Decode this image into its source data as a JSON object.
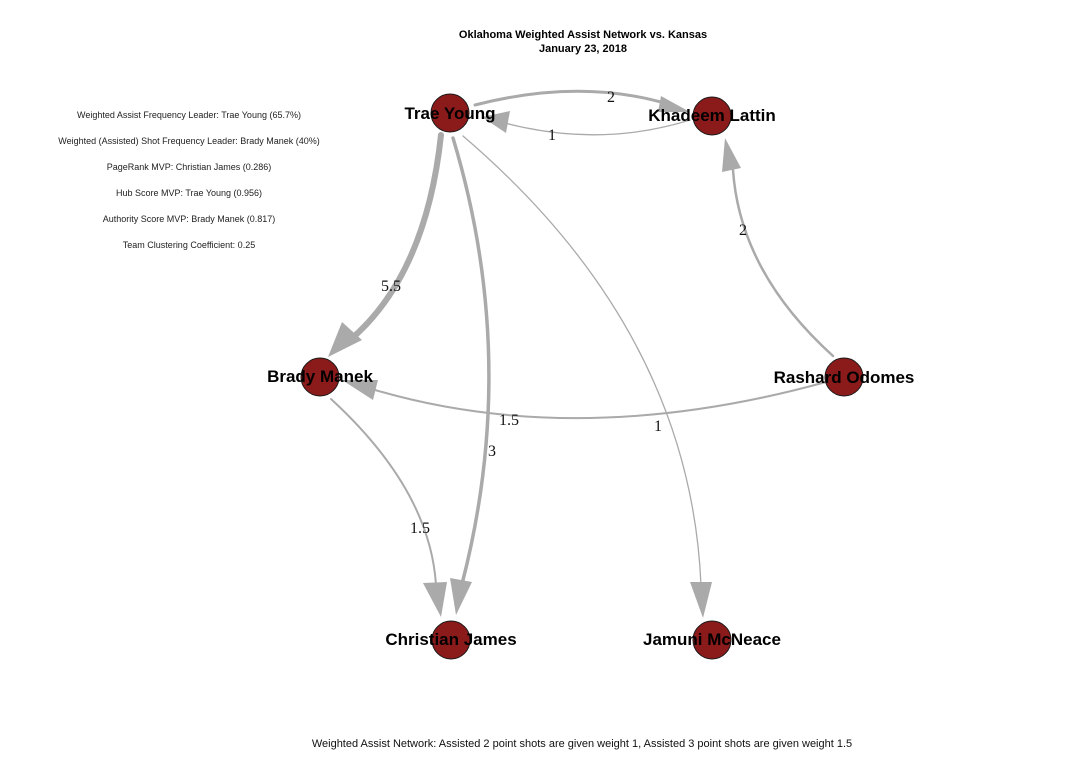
{
  "title": {
    "line1": "Oklahoma Weighted Assist Network vs. Kansas",
    "line2": "January 23, 2018"
  },
  "stats": [
    "Weighted Assist Frequency Leader: Trae Young (65.7%)",
    "Weighted (Assisted) Shot Frequency Leader: Brady Manek (40%)",
    "PageRank MVP: Christian James (0.286)",
    "Hub Score MVP: Trae Young (0.956)",
    "Authority Score MVP: Brady Manek (0.817)",
    "Team Clustering Coefficient: 0.25"
  ],
  "caption": "Weighted Assist Network: Assisted 2 point shots are given weight 1, Assisted 3 point shots are given weight 1.5",
  "colors": {
    "node_fill": "#8b1a1a",
    "edge": "#aaaaaa"
  },
  "nodes": [
    {
      "id": "trae",
      "label": "Trae Young"
    },
    {
      "id": "khadeem",
      "label": "Khadeem Lattin"
    },
    {
      "id": "brady",
      "label": "Brady Manek"
    },
    {
      "id": "rashard",
      "label": "Rashard Odomes"
    },
    {
      "id": "christian",
      "label": "Christian James"
    },
    {
      "id": "jamuni",
      "label": "Jamuni McNeace"
    }
  ],
  "edges": [
    {
      "from": "trae",
      "to": "khadeem",
      "weight": "2"
    },
    {
      "from": "khadeem",
      "to": "trae",
      "weight": "1"
    },
    {
      "from": "trae",
      "to": "brady",
      "weight": "5.5"
    },
    {
      "from": "trae",
      "to": "christian",
      "weight": "3"
    },
    {
      "from": "trae",
      "to": "jamuni",
      "weight": "1"
    },
    {
      "from": "rashard",
      "to": "khadeem",
      "weight": "2"
    },
    {
      "from": "rashard",
      "to": "brady",
      "weight": "1.5"
    },
    {
      "from": "brady",
      "to": "christian",
      "weight": "1.5"
    }
  ]
}
